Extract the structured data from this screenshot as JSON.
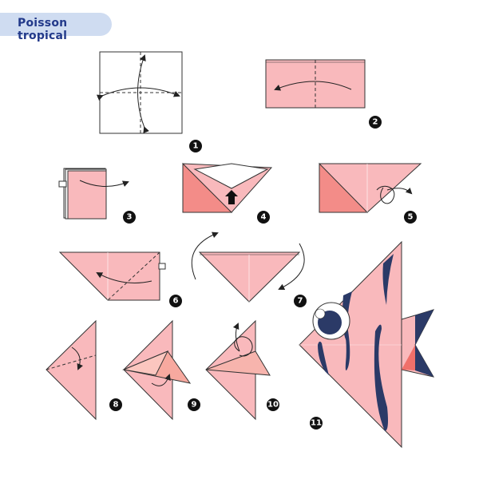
{
  "title": "Poisson tropical",
  "steps": [
    "1",
    "2",
    "3",
    "4",
    "5",
    "6",
    "7",
    "8",
    "9",
    "10",
    "11"
  ],
  "colors": {
    "paper": "#f9b9bc",
    "paper_dark": "#f38c88",
    "stripes": "#2b3a67",
    "title_bg": "#cfdcf1",
    "title_text": "#22398a"
  }
}
